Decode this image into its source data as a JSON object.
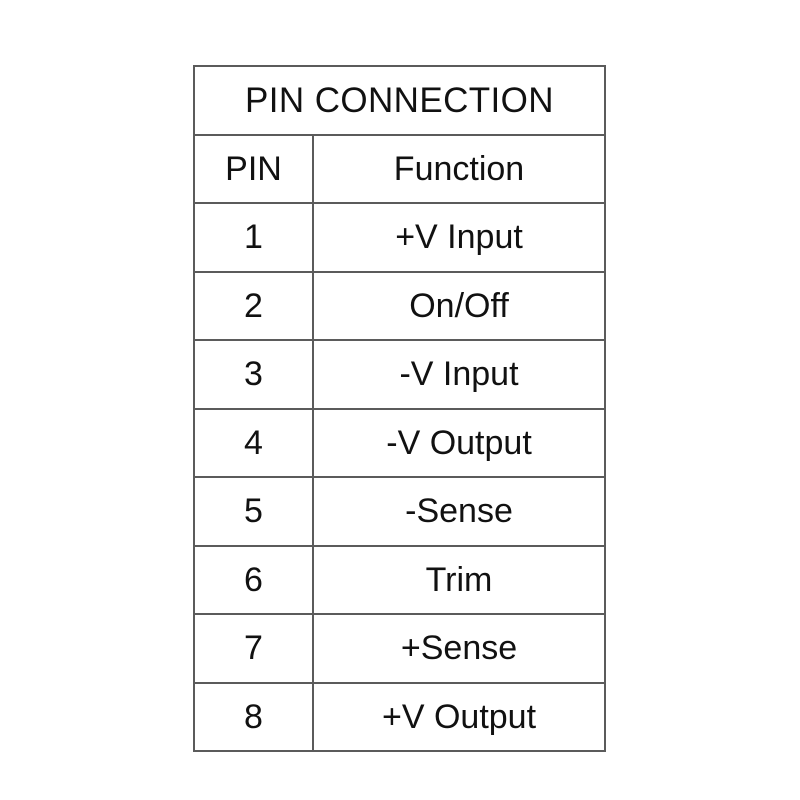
{
  "table": {
    "title": "PIN CONNECTION",
    "columns": [
      "PIN",
      "Function"
    ],
    "rows": [
      {
        "pin": "1",
        "function": "+V Input"
      },
      {
        "pin": "2",
        "function": "On/Off"
      },
      {
        "pin": "3",
        "function": "-V Input"
      },
      {
        "pin": "4",
        "function": "-V Output"
      },
      {
        "pin": "5",
        "function": "-Sense"
      },
      {
        "pin": "6",
        "function": "Trim"
      },
      {
        "pin": "7",
        "function": "+Sense"
      },
      {
        "pin": "8",
        "function": "+V Output"
      }
    ]
  },
  "colors": {
    "background": "#ffffff",
    "border": "#5b5b5b",
    "text": "#111111"
  }
}
